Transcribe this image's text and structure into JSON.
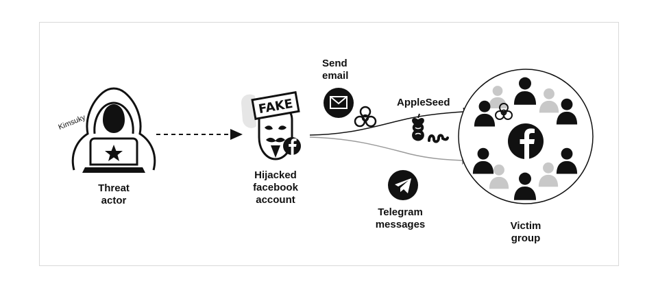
{
  "threat_actor": {
    "tag": "Kimsuky",
    "label_lines": [
      "Threat",
      "actor"
    ]
  },
  "hijacked": {
    "fake_stamp": "FAKE",
    "label_lines": [
      "Hijacked",
      "facebook",
      "account"
    ]
  },
  "send_email": {
    "label_lines": [
      "Send",
      "email"
    ]
  },
  "appleseed": {
    "label": "AppleSeed"
  },
  "telegram": {
    "label_lines": [
      "Telegram",
      "messages"
    ]
  },
  "victim": {
    "label_lines": [
      "Victim",
      "group"
    ]
  },
  "icons": [
    "hooded-hacker-icon",
    "anonymous-mask-icon",
    "facebook-icon",
    "envelope-icon",
    "biohazard-icon",
    "apple-core-icon",
    "worm-icon",
    "telegram-icon",
    "person-icon"
  ],
  "colors": {
    "ink": "#111111",
    "gray_person": "#c8c8c8",
    "gray_arrow": "#9a9a9a"
  }
}
